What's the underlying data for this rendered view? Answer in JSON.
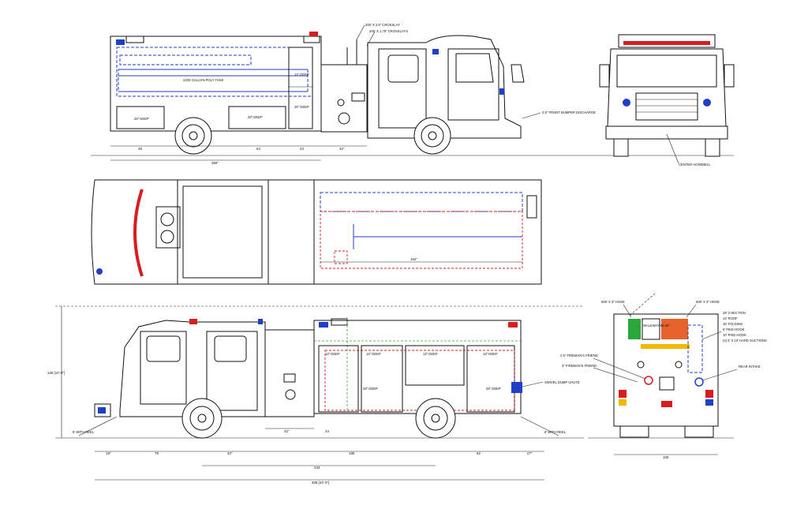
{
  "colors": {
    "line": "#111111",
    "accent_blue": "#1f3fc6",
    "accent_red": "#d71d1d",
    "accent_green": "#2aa83a",
    "accent_orange": "#e8632b",
    "accent_yellow": "#f0b800"
  },
  "side_view_top": {
    "tank_label": "2100 GALLON POLY TANK",
    "crosslay_1": "200' X 2.5\" CROSSLAY",
    "crosslay_2": "200' X 1.75\" CROSSLAYS",
    "bumper_discharge": "2.5\" FRONT BUMPER DISCHARGE",
    "compartments": [
      "26\" DEEP",
      "26\" DEEP",
      "12\" DEEP",
      "26\" DEEP"
    ],
    "dims": [
      "48",
      "54",
      "24",
      "42\"",
      "356\""
    ]
  },
  "front_view": {
    "label": "CENTER HOSEBELL"
  },
  "plan_view": {
    "dim": "162\""
  },
  "side_view_bottom": {
    "height_dim": "128 [10'-8\"]",
    "compartments": [
      "12\" DEEP",
      "12\" DEEP",
      "12\" DEEP",
      "12\" DEEP",
      "26\" DEEP",
      "26\" DEEP"
    ],
    "swivel_dump": "SWIVEL DUMP CHUTE",
    "reel_left": "8' WITH REEL",
    "reel_right": "8' WITH REEL",
    "dims_a": [
      "42\"",
      "24"
    ],
    "dims_b": [
      "19\"",
      "79",
      "42\"",
      "180",
      "92",
      "27\""
    ],
    "wheelbase": "234",
    "overall": "408 [34'-0\"]"
  },
  "rear_view": {
    "hose_left": "600' X 3\" HOSE",
    "hose_right": "600' X 3\" HOSE",
    "hose_list": [
      "28' 2-SECTION",
      "14' ROOF",
      "16' FOLDING",
      "6' PIKE-HOOK",
      "10' PIKE-HOOK",
      "(2) 6' X 10' HARD SUCTIONS"
    ],
    "walkway": "WALKWAY 98.25\"",
    "friend_1": "2.5\" FIREMAN'S FRIEND",
    "friend_2": "3\" FIREMAN'S FRIEND",
    "rear_intake": "REAR INTAKE",
    "width_dim": "100"
  }
}
